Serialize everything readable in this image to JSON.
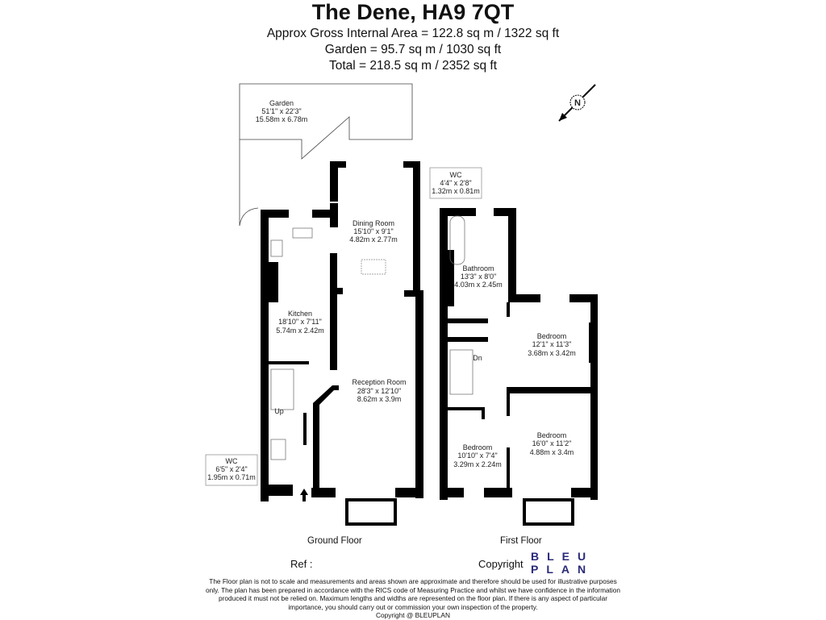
{
  "header": {
    "title": "The Dene, HA9 7QT",
    "internal_area": "Approx Gross Internal Area = 122.8 sq m / 1322 sq ft",
    "garden_area": "Garden = 95.7 sq m / 1030 sq ft",
    "total_area": "Total = 218.5 sq m / 2352 sq ft"
  },
  "compass": {
    "label": "N",
    "icon": "north-arrow-icon"
  },
  "ground_floor": {
    "label": "Ground Floor",
    "rooms": {
      "garden": {
        "name": "Garden",
        "imperial": "51'1\" x 22'3\"",
        "metric": "15.58m x 6.78m"
      },
      "dining": {
        "name": "Dining Room",
        "imperial": "15'10\" x 9'1\"",
        "metric": "4.82m x 2.77m"
      },
      "kitchen": {
        "name": "Kitchen",
        "imperial": "18'10\" x 7'11\"",
        "metric": "5.74m x 2.42m"
      },
      "reception": {
        "name": "Reception Room",
        "imperial": "28'3\" x 12'10\"",
        "metric": "8.62m x 3.9m"
      },
      "wc": {
        "name": "WC",
        "imperial": "6'5\" x 2'4\"",
        "metric": "1.95m x 0.71m"
      }
    },
    "stairs_label": "Up"
  },
  "first_floor": {
    "label": "First Floor",
    "rooms": {
      "wc": {
        "name": "WC",
        "imperial": "4'4\" x 2'8\"",
        "metric": "1.32m x 0.81m"
      },
      "bathroom": {
        "name": "Bathroom",
        "imperial": "13'3\" x 8'0\"",
        "metric": "4.03m x 2.45m"
      },
      "bedroom1": {
        "name": "Bedroom",
        "imperial": "12'1\" x 11'3\"",
        "metric": "3.68m x 3.42m"
      },
      "bedroom2": {
        "name": "Bedroom",
        "imperial": "16'0\" x 11'2\"",
        "metric": "4.88m x 3.4m"
      },
      "bedroom3": {
        "name": "Bedroom",
        "imperial": "10'10\" x 7'4\"",
        "metric": "3.29m x 2.24m"
      }
    },
    "stairs_label": "Dn"
  },
  "footer": {
    "ref": "Ref  :",
    "copyright_label": "Copyright",
    "logo_line1": "BLEU",
    "logo_line2": "PLAN",
    "disclaimer": "The Floor plan is not to scale and measurements and areas shown are approximate and therefore should be used for illustrative purposes only. The plan has been prepared in accordance with the RICS code of Measuring Practice and whilst we have confidence in the information produced it must not be relied on. Maximum lengths and widths are represented on the floor plan. If there is any aspect of particular importance, you should carry out or commission your own inspection of the property.",
    "copyright_line": "Copyright @ BLEUPLAN",
    "colors": {
      "walls": "#000000",
      "logo": "#2a2a7a"
    }
  }
}
